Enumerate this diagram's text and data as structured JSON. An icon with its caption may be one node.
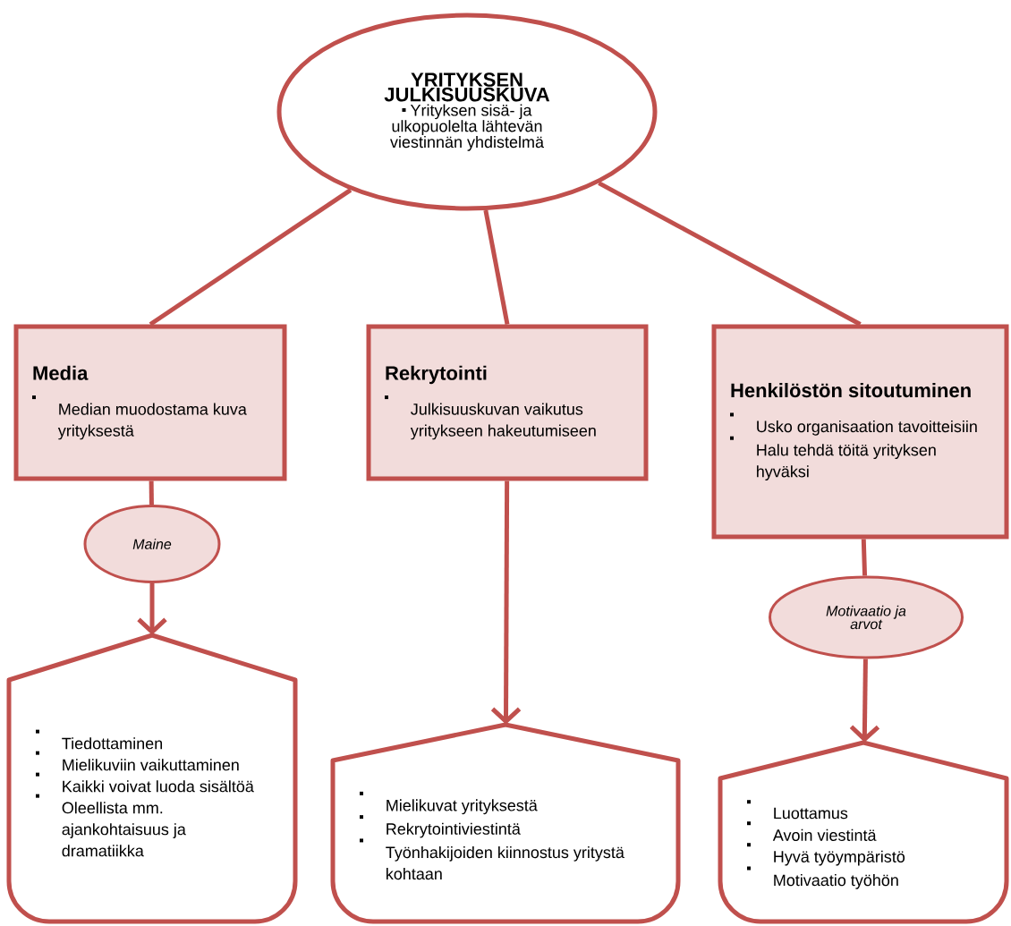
{
  "diagram": {
    "nodes": [
      {
        "text": [
          "YRITYKSEN JULKISUUSKUVA",
          "Yrityksen sisä- ja ulkopuolelta lähtevän viestinnän yhdistelmä"
        ]
      },
      {
        "text": [
          "Media",
          "Median muodostama kuva yrityksestä"
        ]
      },
      {
        "text": [
          "Rekrytointi",
          "Julkisuuskuvan vaikutus yritykseen hakeutumiseen"
        ]
      },
      {
        "text": [
          "Henkilöstön sitoutuminen",
          "Usko organisaation tavoitteisiin",
          "Halu tehdä töitä yrityksen hyväksi"
        ]
      },
      {
        "text": [
          "Maine"
        ]
      },
      {
        "text": [
          "Motivaatio ja arvot"
        ]
      },
      {
        "text": [
          "Tiedottaminen",
          "Mielikuviin vaikuttaminen",
          "Kaikki voivat luoda sisältöä",
          "Oleellista mm. ajankohtaisuus ja dramatiikka"
        ]
      },
      {
        "text": [
          "Mielikuvat yrityksestä",
          "Rekrytointiviestintä",
          "Työnhakijoiden kiinnostus yritystä kohtaan"
        ]
      },
      {
        "text": [
          "Luottamus",
          "Avoin viestintä",
          "Hyvä työympäristö",
          "Motivaatio työhön"
        ]
      }
    ],
    "edges": [
      {
        "from": 0,
        "to": 1,
        "arrow": "none"
      },
      {
        "from": 0,
        "to": 2,
        "arrow": "none"
      },
      {
        "from": 0,
        "to": 3,
        "arrow": "none"
      },
      {
        "from": 1,
        "to": 4,
        "arrow": "none"
      },
      {
        "from": 4,
        "to": 6,
        "arrow": "to"
      },
      {
        "from": 2,
        "to": 7,
        "arrow": "to"
      },
      {
        "from": 3,
        "to": 5,
        "arrow": "none"
      },
      {
        "from": 5,
        "to": 8,
        "arrow": "to"
      }
    ]
  }
}
